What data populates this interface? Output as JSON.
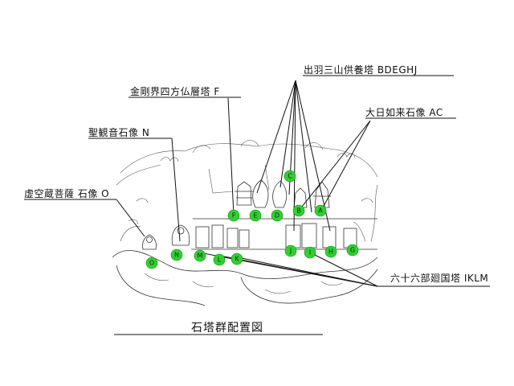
{
  "callouts": {
    "dewa": "出羽三山供養塔 BDEGHJ",
    "kongokai": "金剛界四方仏層塔 F",
    "dainichi": "大日如来石像 AC",
    "shokannon": "聖観音石像 N",
    "kokuzo": "虚空蔵菩薩 石像 O",
    "rokujuroku": "六十六部廻国塔 IKLM"
  },
  "caption": "石塔群配置図",
  "markers": [
    {
      "id": "A",
      "label": "A"
    },
    {
      "id": "B",
      "label": "B"
    },
    {
      "id": "C",
      "label": "C"
    },
    {
      "id": "D",
      "label": "D"
    },
    {
      "id": "E",
      "label": "E"
    },
    {
      "id": "F",
      "label": "F"
    },
    {
      "id": "G",
      "label": "G"
    },
    {
      "id": "H",
      "label": "H"
    },
    {
      "id": "I",
      "label": "I"
    },
    {
      "id": "J",
      "label": "J"
    },
    {
      "id": "K",
      "label": "K"
    },
    {
      "id": "L",
      "label": "L"
    },
    {
      "id": "M",
      "label": "M"
    },
    {
      "id": "N",
      "label": "N"
    },
    {
      "id": "O",
      "label": "O"
    }
  ],
  "colors": {
    "marker_fill": "#2fd12f",
    "line": "#111111"
  }
}
